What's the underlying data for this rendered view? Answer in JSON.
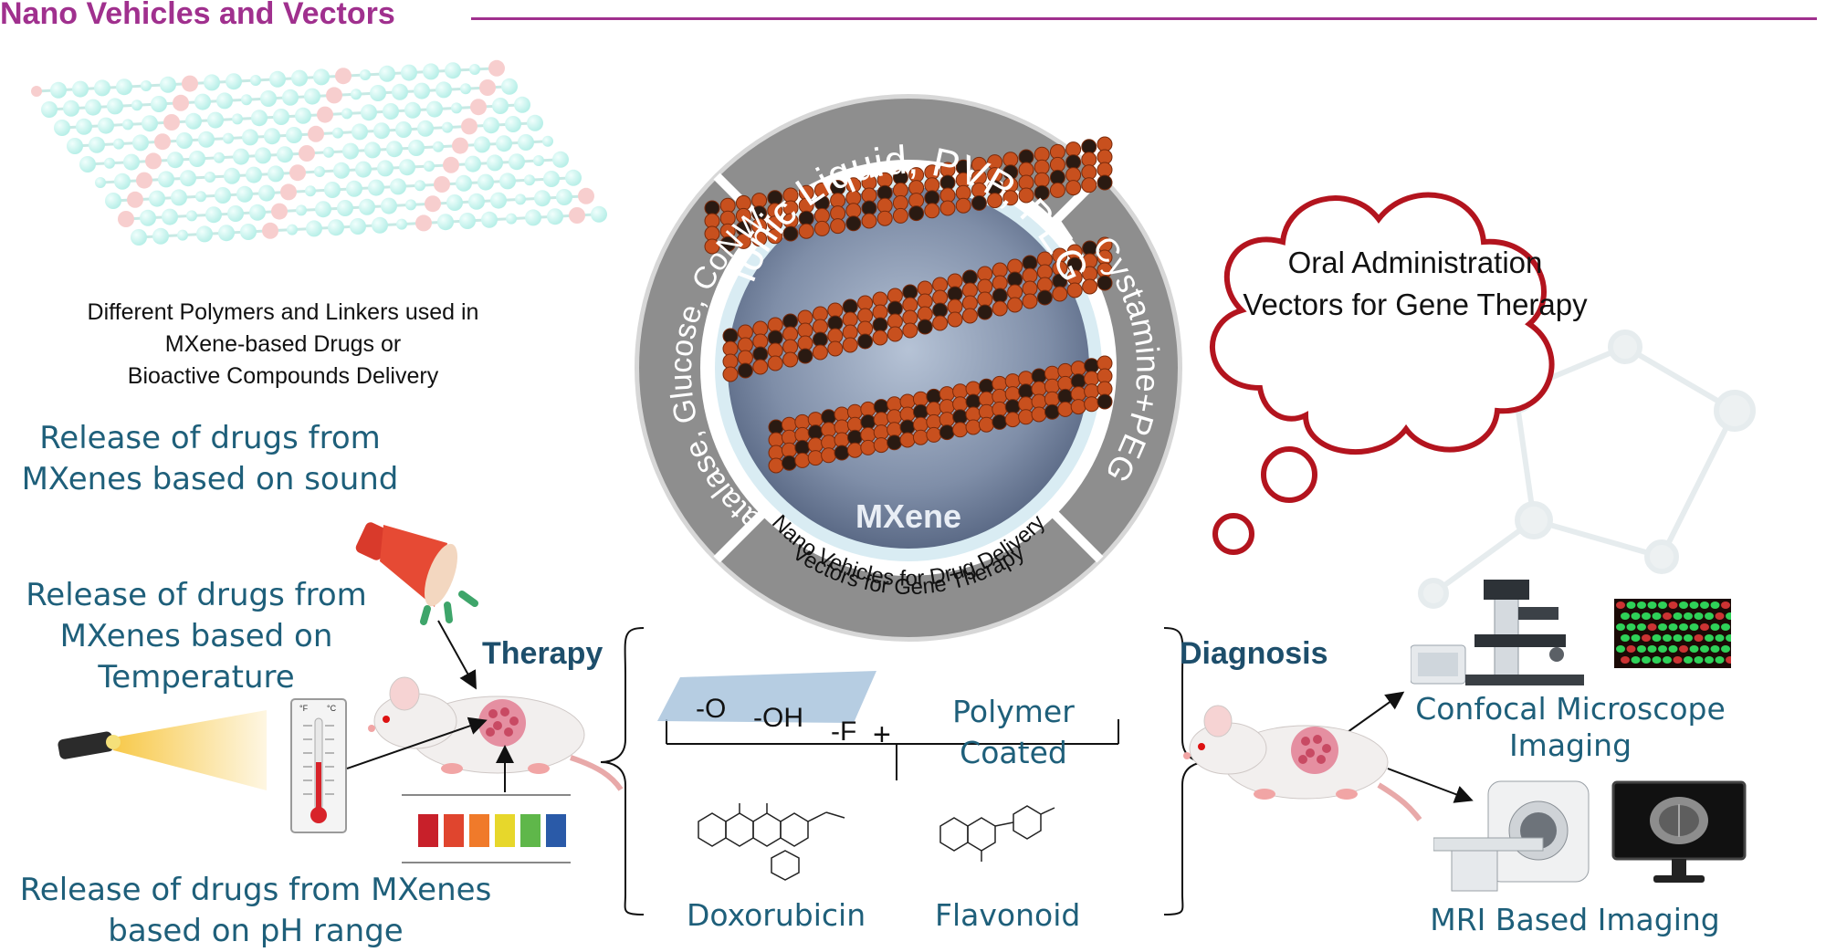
{
  "header": {
    "title": "Nano Vehicles and Vectors"
  },
  "left": {
    "polymers_text": [
      "Different Polymers and Linkers used in",
      "MXene-based Drugs or",
      "Bioactive Compounds Delivery"
    ],
    "sound_text": [
      "Release of drugs from",
      "MXenes based on sound"
    ],
    "temperature_text": [
      "Release of drugs from",
      "MXenes based on",
      "Temperature"
    ],
    "ph_text": [
      "Release of drugs from MXenes",
      "based on pH range"
    ],
    "therapy_label": "Therapy"
  },
  "ring": {
    "top": "Ionic Liquid, PVP, PEG",
    "left": "Catalase, Glucose, CoNWs",
    "right": "Cystamine+PEG",
    "bottom_line1": "Nano Vehicles for Drug Delivery",
    "bottom_line2": "Vectors for Gene Therapy",
    "core_label": "MXene"
  },
  "middle": {
    "o_label": "-O",
    "oh_label": "-OH",
    "f_label": "-F",
    "plus": "+",
    "polymer_coated": [
      "Polymer",
      "Coated"
    ],
    "doxorubicin": "Doxorubicin",
    "flavonoid": "Flavonoid"
  },
  "right": {
    "cloud_text": [
      "Oral Administration",
      "Vectors for Gene Therapy"
    ],
    "diagnosis_label": "Diagnosis",
    "confocal_text": [
      "Confocal Microscope",
      "Imaging"
    ],
    "mri_text": "MRI Based Imaging"
  },
  "colors": {
    "title": "#a0308e",
    "teal_text": "#1e5f7a",
    "ring_gray": "#8c8c8c",
    "cloud_stroke": "#b3141e",
    "mxene_orange": "#c8501e"
  }
}
